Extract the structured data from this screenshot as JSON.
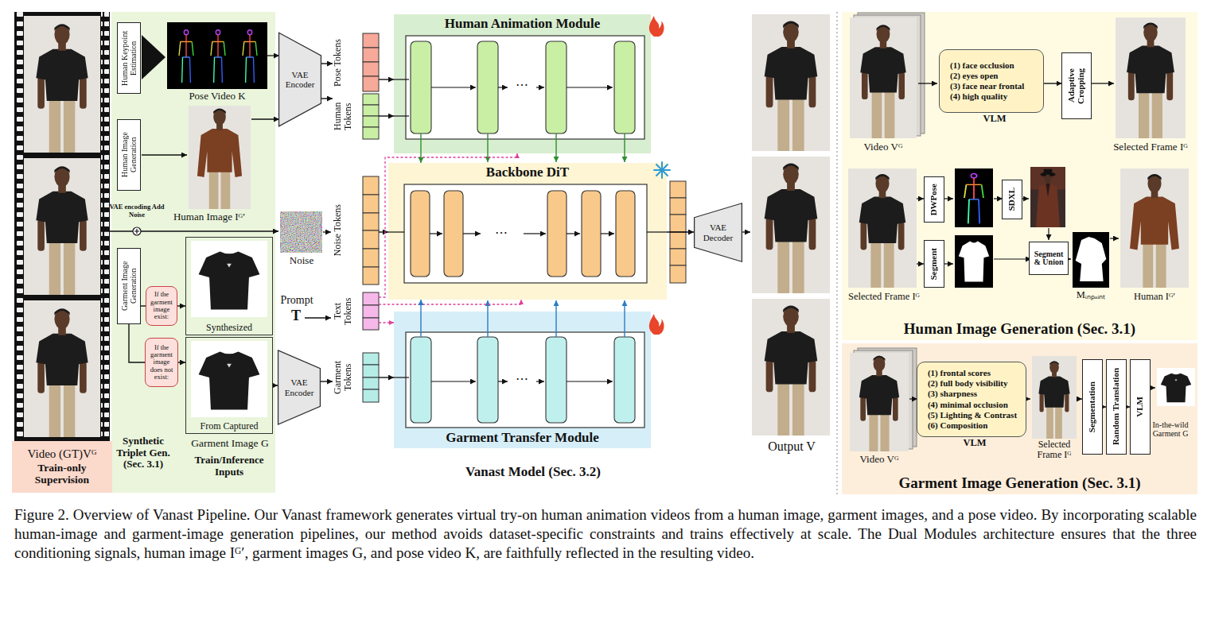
{
  "diagram": {
    "caption": "Figure 2. Overview of Vanast Pipeline. Our Vanast framework generates virtual try-on human animation videos from a human image, garment images, and a pose video. By incorporating scalable human-image and garment-image generation pipelines, our method avoids dataset-specific constraints and trains effectively at scale. The Dual Modules architecture ensures that the three conditioning signals, human image Iᴳ′, garment images G, and pose video K, are faithfully reflected in the resulting video.",
    "nodes": [
      {
        "text": [
          "Video (GT)Vᴳ",
          "Train-only Supervision"
        ]
      },
      {
        "text": [
          "Human Keypoint Estimation"
        ]
      },
      {
        "text": [
          "Human Image Generation"
        ]
      },
      {
        "text": [
          "Garment Image Generation"
        ]
      },
      {
        "text": [
          "If the garment image exist:"
        ]
      },
      {
        "text": [
          "If the garment image does not exist:"
        ]
      },
      {
        "text": [
          "Synthesized"
        ]
      },
      {
        "text": [
          "From Captured"
        ]
      },
      {
        "text": [
          "VAE Encoder"
        ]
      },
      {
        "text": [
          "VAE Encoder"
        ]
      },
      {
        "text": [
          "Pose Tokens"
        ]
      },
      {
        "text": [
          "Human Tokens"
        ]
      },
      {
        "text": [
          "Noise Tokens"
        ]
      },
      {
        "text": [
          "Text Tokens"
        ]
      },
      {
        "text": [
          "Garment Tokens"
        ]
      },
      {
        "text": [
          "Human Animation Module"
        ]
      },
      {
        "text": [
          "Backbone DiT"
        ]
      },
      {
        "text": [
          "Garment Transfer Module"
        ]
      },
      {
        "text": [
          "VAE Decoder"
        ]
      },
      {
        "text": [
          "Human Image Generation (Sec. 3.1)"
        ]
      },
      {
        "text": [
          "(1) face occlusion",
          "(2) eyes open",
          "(3) face near frontal",
          "(4) high quality",
          "VLM"
        ],
        "in": 19
      },
      {
        "text": [
          "Adaptive Cropping"
        ],
        "in": 19
      },
      {
        "text": [
          "DWPose"
        ],
        "in": 19
      },
      {
        "text": [
          "SDXL"
        ],
        "in": 19
      },
      {
        "text": [
          "Segment"
        ],
        "in": 19
      },
      {
        "text": [
          "Segment & Union"
        ],
        "in": 19
      },
      {
        "text": [
          "Garment Image Generation (Sec. 3.1)"
        ]
      },
      {
        "text": [
          "(1) frontal scores",
          "(2) full body visibility",
          "(3) sharpness",
          "(4) minimal occlusion",
          "(5) Lighting & Contrast",
          "(6) Composition",
          "VLM"
        ],
        "in": 26
      },
      {
        "text": [
          "Segmentation"
        ],
        "in": 26
      },
      {
        "text": [
          "Random Translation"
        ],
        "in": 26
      },
      {
        "text": [
          "VLM"
        ],
        "in": 26
      }
    ],
    "edges": [
      {
        "from": 8,
        "to": 10,
        "arrow": "to"
      },
      {
        "from": 8,
        "to": 11,
        "arrow": "to"
      },
      {
        "from": 10,
        "to": 15,
        "arrow": "to"
      },
      {
        "from": 11,
        "to": 15,
        "arrow": "to"
      },
      {
        "from": 12,
        "to": 16,
        "arrow": "to"
      },
      {
        "from": 13,
        "to": 16,
        "arrow": "to"
      },
      {
        "from": 13,
        "to": 15,
        "arrow": "to"
      },
      {
        "from": 13,
        "to": 17,
        "arrow": "to"
      },
      {
        "from": 14,
        "to": 17,
        "arrow": "to"
      },
      {
        "from": 9,
        "to": 14,
        "arrow": "to"
      },
      {
        "from": 7,
        "to": 9,
        "arrow": "to"
      },
      {
        "from": 15,
        "to": 16,
        "arrow": "to"
      },
      {
        "from": 17,
        "to": 16,
        "arrow": "to"
      },
      {
        "from": 16,
        "to": 18,
        "arrow": "to"
      },
      {
        "from": 3,
        "to": 4,
        "arrow": "none"
      },
      {
        "from": 3,
        "to": 5,
        "arrow": "none"
      },
      {
        "from": 4,
        "to": 6,
        "arrow": "to"
      },
      {
        "from": 5,
        "to": 7,
        "arrow": "to"
      },
      {
        "from": 20,
        "to": 21,
        "arrow": "to"
      },
      {
        "from": 28,
        "to": 29,
        "arrow": "to"
      },
      {
        "from": 29,
        "to": 30,
        "arrow": "to"
      }
    ],
    "labels": [
      "Pose Video K",
      "Human Image Iᴳ′",
      "VAE encoding Add Noise",
      "Noise",
      "Prompt",
      "T",
      "Garment Image G",
      "Synthetic Triplet Gen. (Sec. 3.1)",
      "Train/Inference Inputs",
      "Vanast Model (Sec. 3.2)",
      "⋯",
      "⋯",
      "⋯",
      "Output V",
      "Video Vᴳ",
      "Selected Frame Iᴳ",
      "Selected Frame Iᴳ",
      "Mᵢₙₚₐᵢₙₜ",
      "Human Iᴳ′",
      "Video Vᴳ",
      "Selected Frame Iᴳ",
      "In-the-wild Garment G"
    ]
  }
}
